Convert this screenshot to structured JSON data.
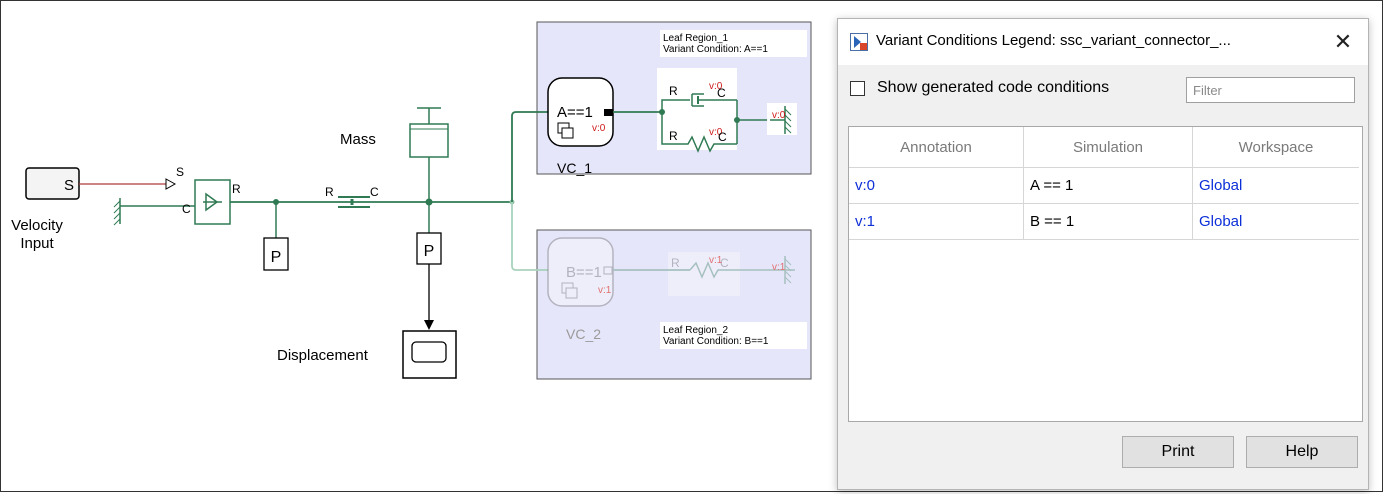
{
  "diagram": {
    "velocity_source_label": "S",
    "velocity_caption_line1": "Velocity",
    "velocity_caption_line2": "Input",
    "port_s": "S",
    "port_c": "C",
    "port_r": "R",
    "damper_r": "R",
    "damper_c": "C",
    "mass_label": "Mass",
    "sensor1_label": "P",
    "sensor2_label": "P",
    "scope_label": "Displacement",
    "region1_title": "Leaf Region_1",
    "region1_condition": "Variant Condition: A==1",
    "vc1_condition": "A==1",
    "vc1_annotation": "v:0",
    "vc1_name": "VC_1",
    "r1_damper_r": "R",
    "r1_damper_annot": "v:0",
    "r1_damper_c": "C",
    "r1_spring_r": "R",
    "r1_spring_annot": "v:0",
    "r1_spring_c": "C",
    "r1_ground_annot": "v:0",
    "region2_title": "Leaf Region_2",
    "region2_condition": "Variant Condition: B==1",
    "vc2_condition": "B==1",
    "vc2_annotation": "v:1",
    "vc2_name": "VC_2",
    "r2_spring_r": "R",
    "r2_spring_annot": "v:1",
    "r2_spring_c": "C",
    "r2_ground_annot": "v:1"
  },
  "dialog": {
    "title": "Variant Conditions Legend: ssc_variant_connector_...",
    "close_glyph": "✕",
    "checkbox_label": "Show generated code conditions",
    "filter_placeholder": "Filter",
    "filter_value": "",
    "columns": [
      "Annotation",
      "Simulation",
      "Workspace"
    ],
    "rows": [
      {
        "annotation": "v:0",
        "simulation": "A == 1",
        "workspace": "Global"
      },
      {
        "annotation": "v:1",
        "simulation": "B == 1",
        "workspace": "Global"
      }
    ],
    "print_label": "Print",
    "help_label": "Help"
  },
  "colors": {
    "connection": "#2f7a52",
    "region_fill": "#e6e6fa",
    "annotation_red": "#d01818",
    "link_blue": "#0c2fd8"
  }
}
